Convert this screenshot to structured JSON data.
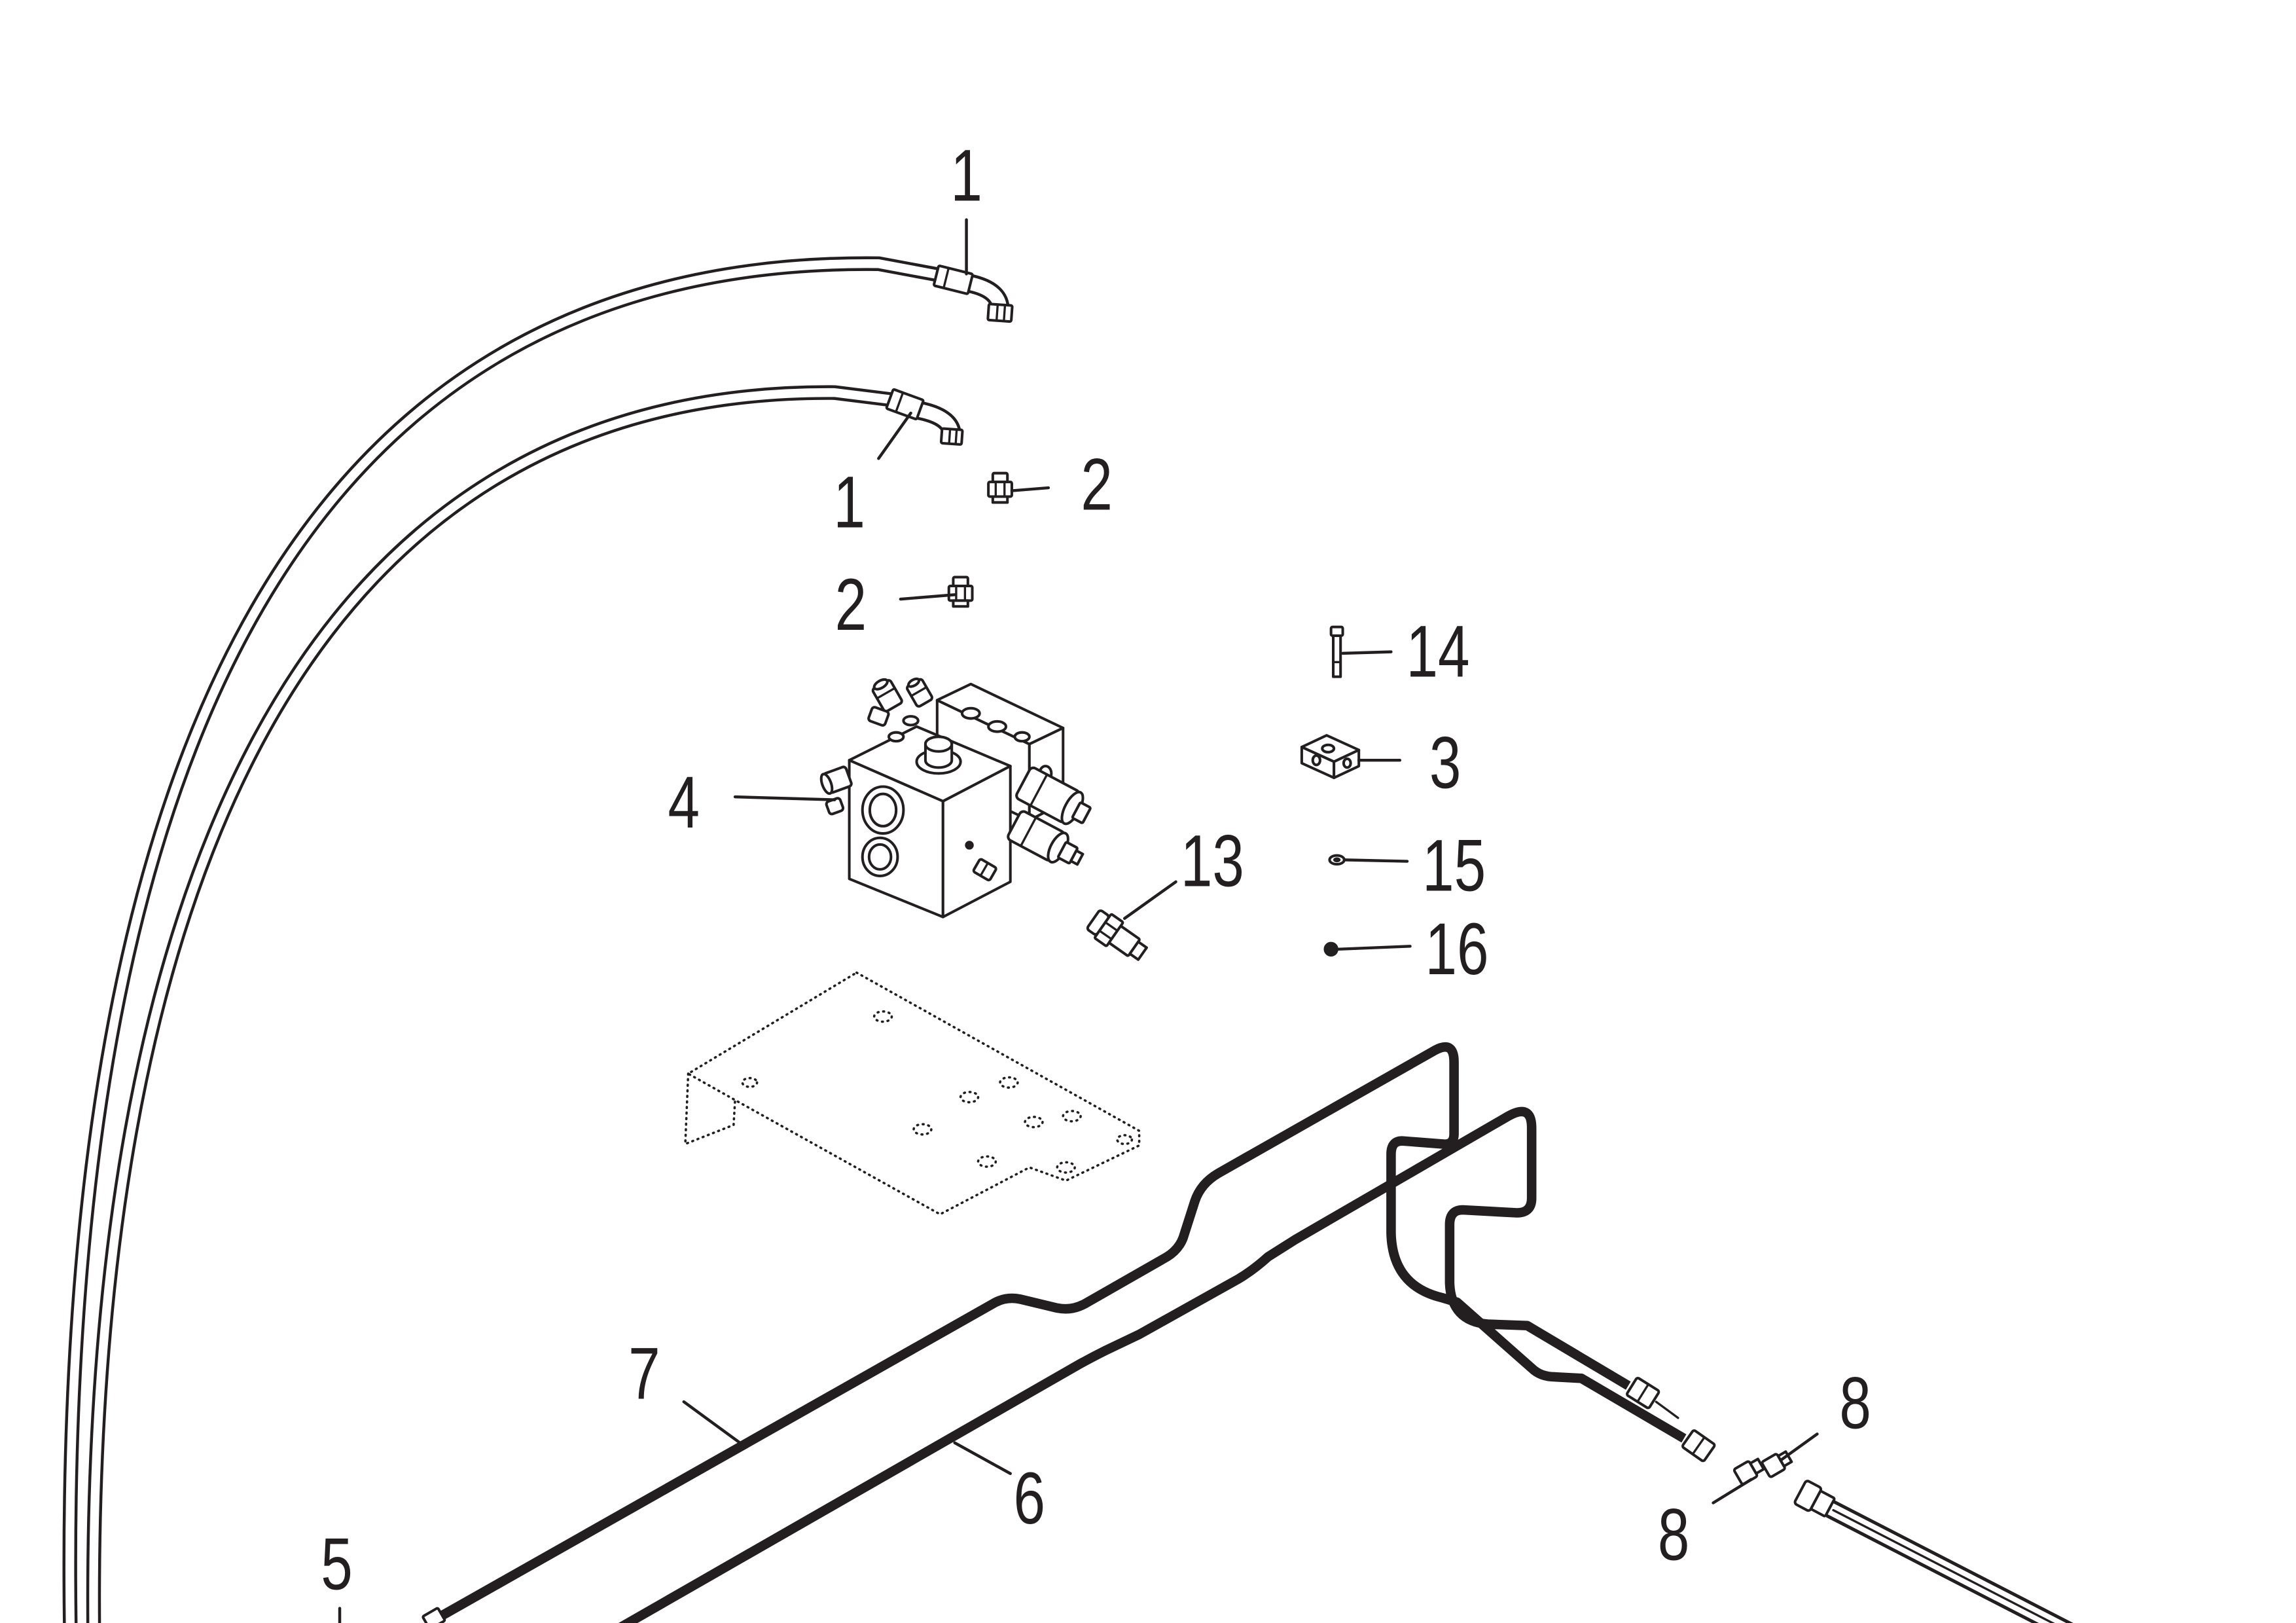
{
  "diagram": {
    "callouts": [
      "1",
      "1",
      "2",
      "2",
      "14",
      "3",
      "4",
      "13",
      "15",
      "16",
      "7",
      "6",
      "5",
      "8",
      "8"
    ]
  },
  "colors": {
    "line": "#231f20",
    "background": "#ffffff"
  }
}
